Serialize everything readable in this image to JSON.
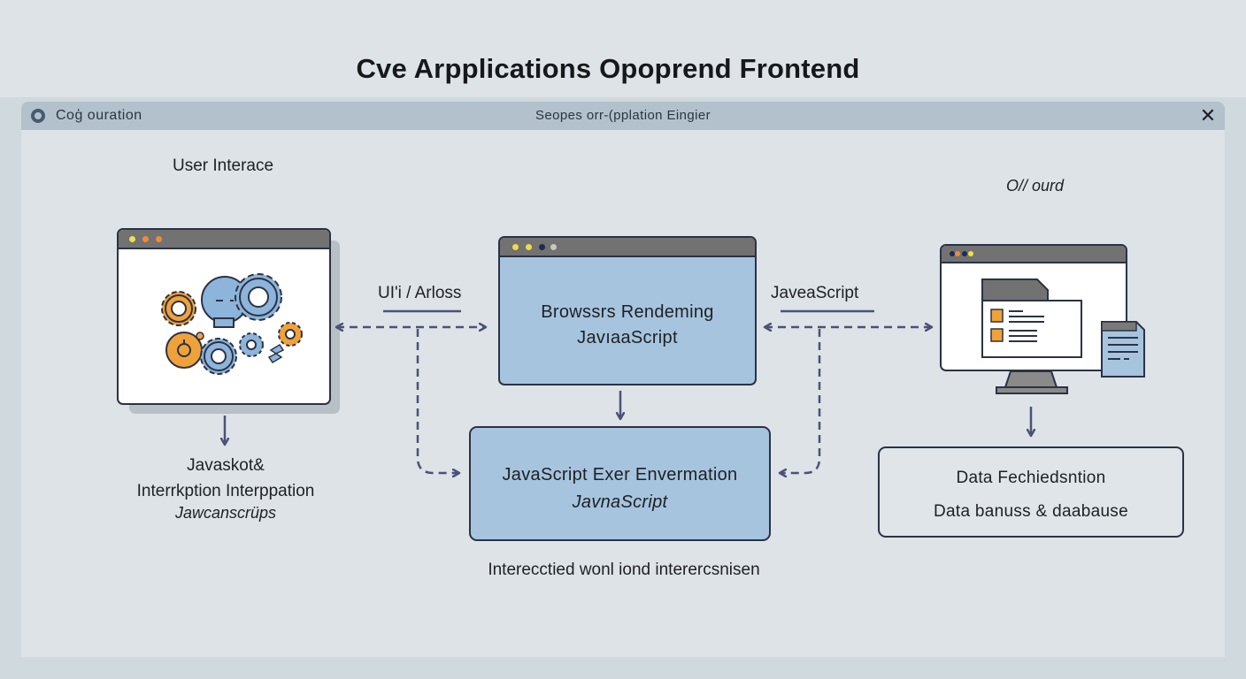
{
  "page": {
    "title": "Cve Arpplications Opoprend Frontend"
  },
  "window": {
    "left_label": "Coģ  ouration",
    "center_label": "Seopes orr-(pplation Eingier",
    "close_label": "✕"
  },
  "nodes": {
    "user_interface": {
      "heading": "User Interace",
      "caption_line1": "Javaskot&",
      "caption_line2": "Interrkption Interppation",
      "caption_line3": "Jawcanscrüps"
    },
    "browser_rendering": {
      "line1": "Browssrs Rendeming",
      "line2": "JavıaaScript"
    },
    "js_execution": {
      "line1": "JavaScript Exer Envermation",
      "line2": "JavnaScript",
      "caption": "Interecctied wonl iond interercsnisen"
    },
    "output": {
      "heading": "O// ourd"
    },
    "data_fetch": {
      "line1": "Data Fechiedsntion",
      "line2": "Data banuss  & daabause"
    }
  },
  "connectors": {
    "left_label": "UI'i / Arloss",
    "right_label": "JaveaScript"
  },
  "colors": {
    "accent_blue": "#a6c4de",
    "accent_orange": "#f0a23a",
    "arrow": "#4d5178",
    "outline": "#2b3245"
  }
}
